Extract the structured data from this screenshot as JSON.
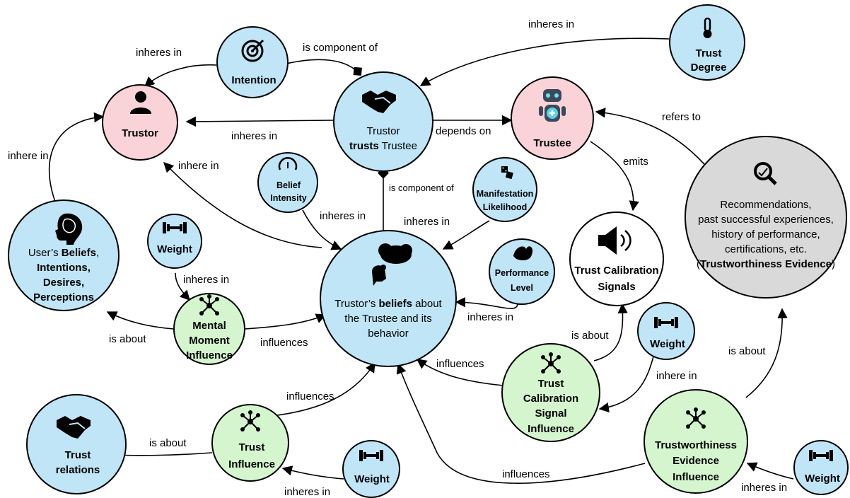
{
  "colors": {
    "agent": "#f9d3d8",
    "concept": "#bfe5f7",
    "influence": "#d5f5cf",
    "plain": "#ffffff",
    "evidence": "#d9d9d9",
    "stroke": "#000000"
  },
  "nodes": {
    "trustor": {
      "lines": [
        "Trustor"
      ],
      "icon": "person-icon"
    },
    "trustee": {
      "lines": [
        "Trustee"
      ],
      "icon": "robot-icon"
    },
    "intention": {
      "lines": [
        "Intention"
      ],
      "icon": "target-icon"
    },
    "trust_degree": {
      "lines": [
        "Trust",
        "Degree"
      ],
      "icon": "thermometer-icon"
    },
    "trusts": {
      "line1": "Trustor",
      "line2_bold": "trusts",
      "line2_rest": " Trustee",
      "icon": "handshake-icon"
    },
    "belief_intensity": {
      "lines": [
        "Belief",
        "Intensity"
      ],
      "icon": "gauge-icon"
    },
    "manifestation_likelihood": {
      "lines": [
        "Manifestation",
        "Likelihood"
      ],
      "icon": "dice-icon"
    },
    "performance_level": {
      "lines": [
        "Performance",
        "Level"
      ],
      "icon": "muscle-icon"
    },
    "beliefs": {
      "line1_pre": "Trustor’s ",
      "line1_bold": "beliefs",
      "line1_post": " about",
      "line2": "the Trustee and its",
      "line3": "behavior",
      "icon": "thought-bubble-icon"
    },
    "user_beliefs": {
      "line1_pre": "User’s ",
      "line1_bold": "Beliefs",
      "line1_post": ",",
      "line2": "Intentions,",
      "line3": "Desires,",
      "line4": "Perceptions",
      "icon": "brain-icon"
    },
    "weight_top_left": {
      "lines": [
        "Weight"
      ],
      "icon": "dumbbell-icon"
    },
    "mental_moment": {
      "lines": [
        "Mental",
        "Moment",
        "Influence"
      ],
      "icon": "network-icon"
    },
    "tcs": {
      "lines": [
        "Trust Calibration",
        "Signals"
      ],
      "icon": "speaker-icon"
    },
    "evidence": {
      "lines": [
        "Recommendations,",
        "past successful experiences,",
        "history of performance,",
        "certifications, etc."
      ],
      "bold_line_pre": "(",
      "bold_line_bold": "Trustworthiness Evidence",
      "bold_line_post": ")",
      "icon": "magnifier-icon"
    },
    "weight_mid_right": {
      "lines": [
        "Weight"
      ],
      "icon": "dumbbell-icon"
    },
    "tcs_influence": {
      "lines": [
        "Trust",
        "Calibration",
        "Signal",
        "Influence"
      ],
      "icon": "network-icon"
    },
    "trust_relations": {
      "lines": [
        "Trust",
        "relations"
      ],
      "icon": "handshake-icon"
    },
    "trust_influence": {
      "lines": [
        "Trust",
        "Influence"
      ],
      "icon": "network-icon"
    },
    "weight_bottom": {
      "lines": [
        "Weight"
      ],
      "icon": "dumbbell-icon"
    },
    "tw_influence": {
      "lines": [
        "Trustworthiness",
        "Evidence",
        "Influence"
      ],
      "icon": "network-icon"
    },
    "weight_bottom_right": {
      "lines": [
        "Weight"
      ],
      "icon": "dumbbell-icon"
    }
  },
  "edges": {
    "intention_trustor": "inheres in",
    "intention_trusts": "is component of",
    "degree_trusts": "inheres in",
    "trusts_trustor": "inheres in",
    "trusts_trustee": "depends on",
    "evidence_trustee": "refers to",
    "user_trustor": "inhere in",
    "beliefs_trustor": "inhere in",
    "beliefs_trusts": "is component of",
    "trustee_tcs": "emits",
    "intensity_beliefs": "inheres in",
    "likelihood_beliefs": "inheres in",
    "performance_beliefs": "inheres in",
    "weight_mental": "inheres in",
    "mental_user": "is about",
    "mental_beliefs": "influences",
    "tcsi_tcs": "is about",
    "tcsi_beliefs": "influences",
    "weight_tcsi": "inhere in",
    "twi_evidence": "is about",
    "trust_influence_beliefs": "influences",
    "trust_influence_relations": "is about",
    "weight_trust_influence": "inheres in",
    "twi_beliefs": "influences",
    "weight_twi": "inheres in"
  }
}
